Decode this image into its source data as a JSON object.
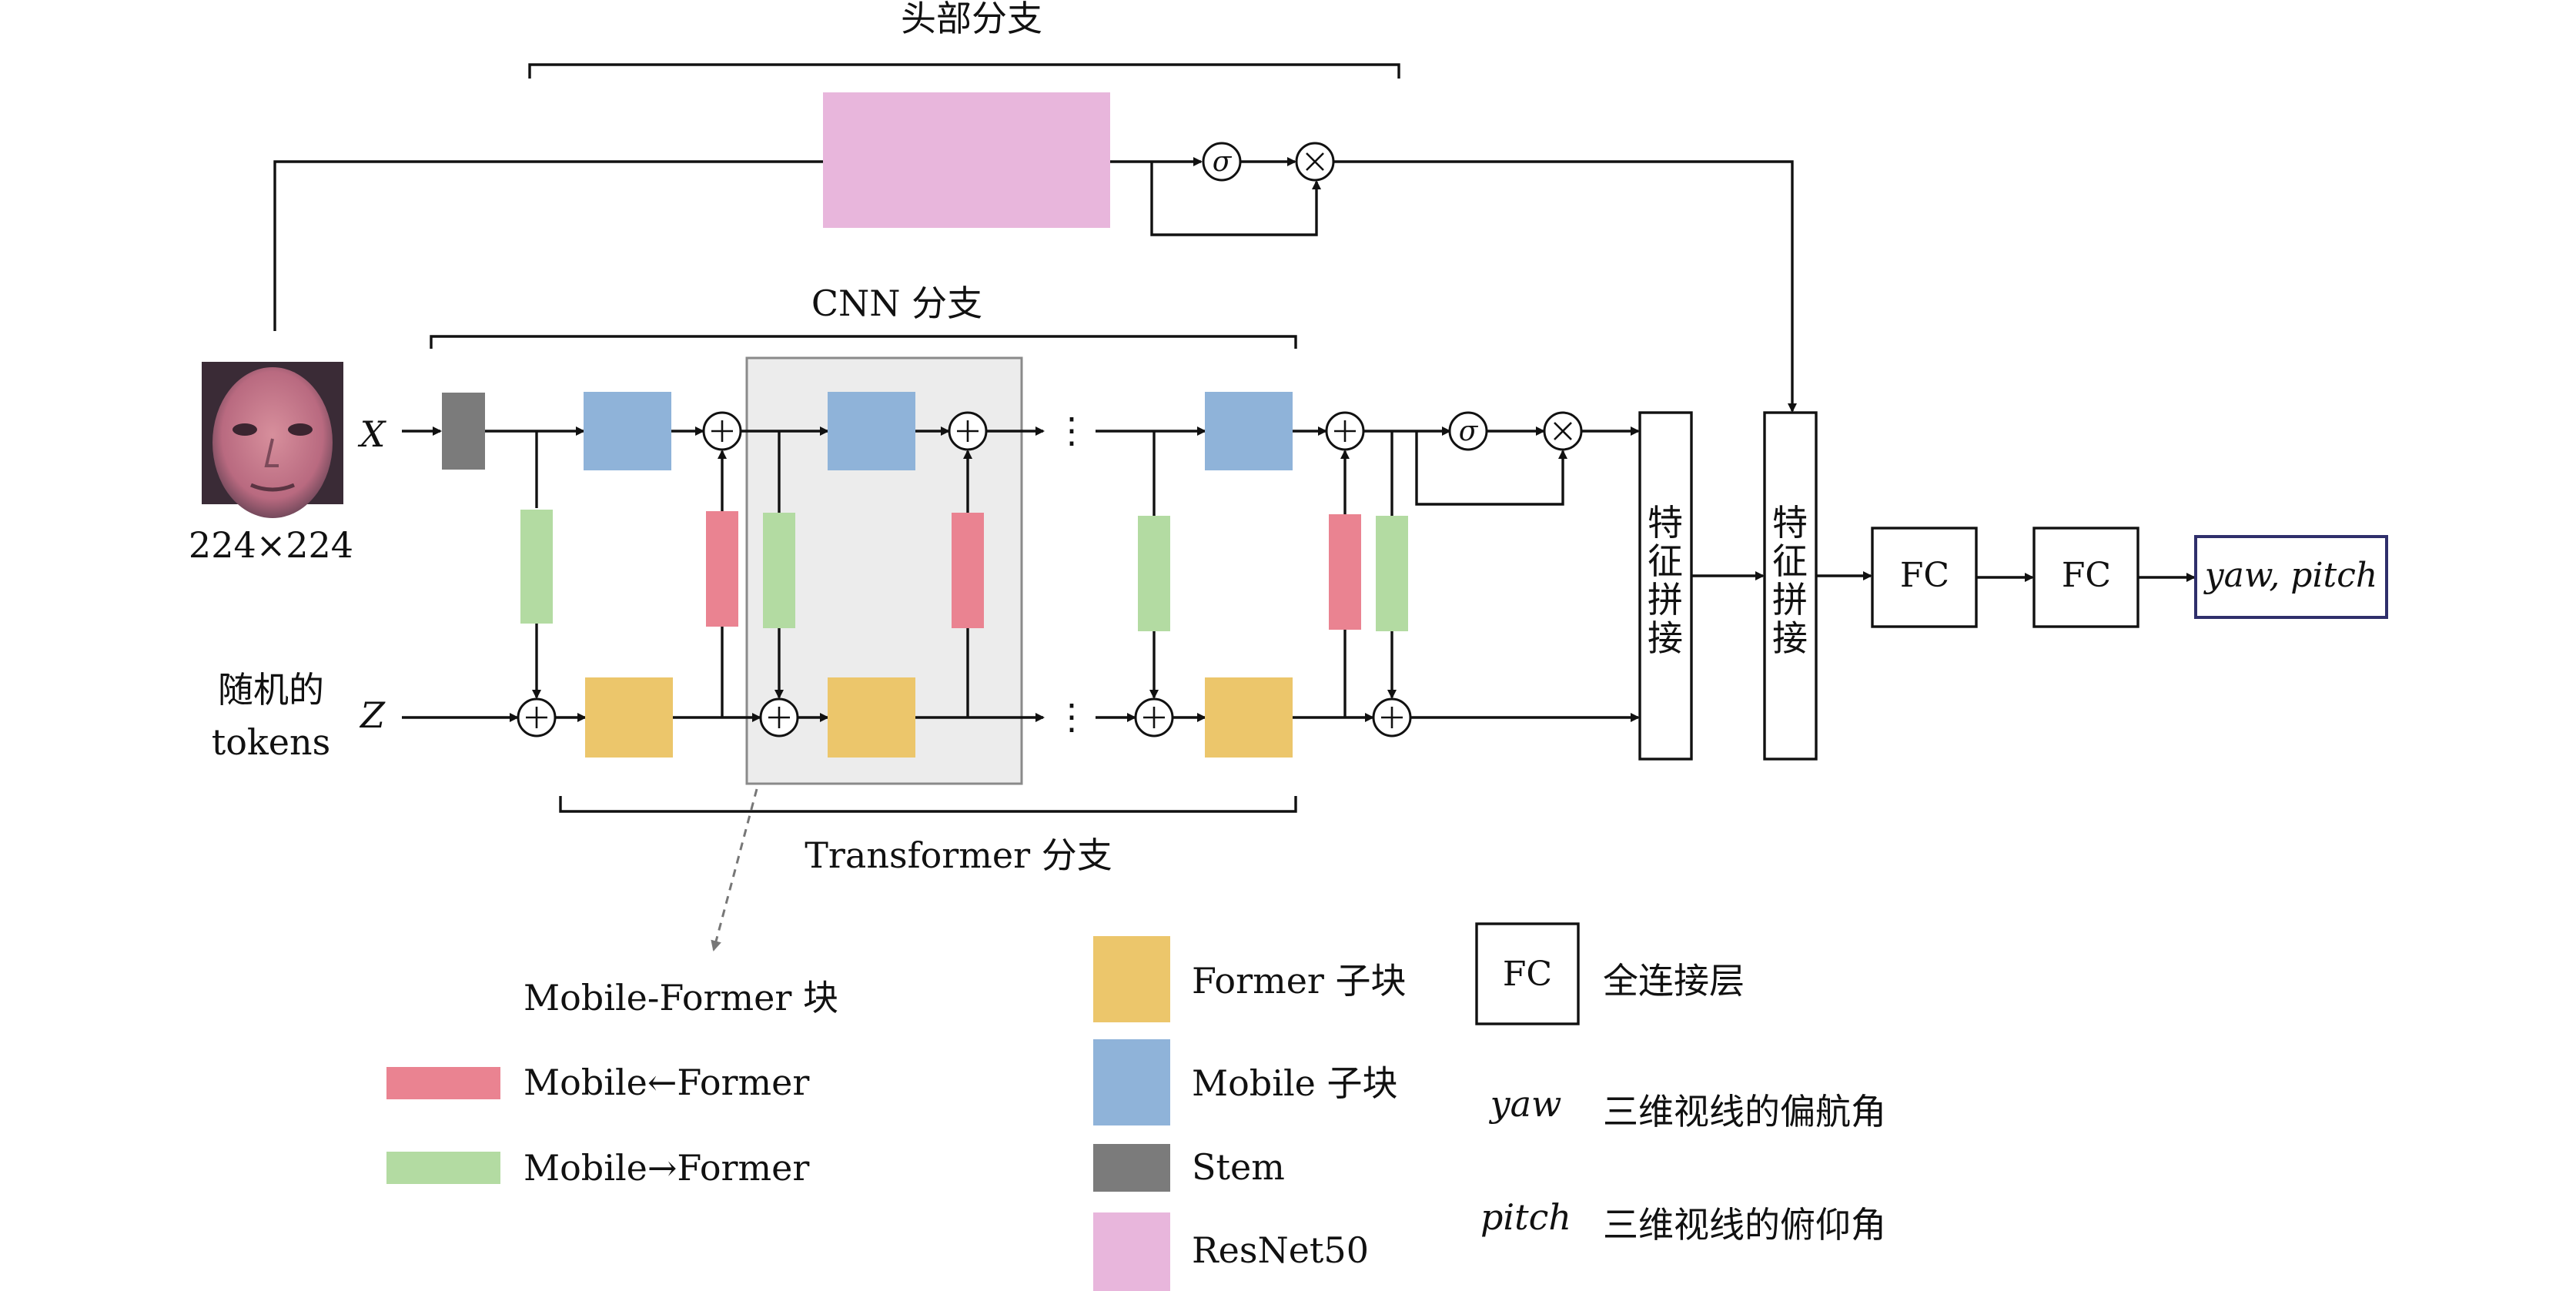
{
  "labels": {
    "head_branch": "头部分支",
    "cnn_branch": "CNN 分支",
    "transformer_branch": "Transformer 分支",
    "input_size": "224×224",
    "x_input": "X",
    "z_input": "Z",
    "random_tokens_line1": "随机的",
    "random_tokens_line2": "tokens",
    "sigma": "σ",
    "concat": [
      "特",
      "征",
      "拼",
      "接"
    ],
    "fc1": "FC",
    "fc2": "FC",
    "output": "yaw, pitch",
    "ellipsis": "⋮",
    "mobile_former_block": "Mobile-Former 块"
  },
  "legend": {
    "mobile_from_former": "Mobile←Former",
    "mobile_to_former": "Mobile→Former",
    "former_sub": "Former 子块",
    "mobile_sub": "Mobile 子块",
    "stem": "Stem",
    "resnet": "ResNet50",
    "fc_box": "FC",
    "fc_desc": "全连接层",
    "yaw_term": "yaw",
    "yaw_desc": "三维视线的偏航角",
    "pitch_term": "pitch",
    "pitch_desc": "三维视线的俯仰角"
  },
  "colors": {
    "stem": "#7b7b7b",
    "mobile": "#8fb3d9",
    "former": "#ecc66b",
    "resnet": "#e8b6dc",
    "pink_bridge": "#ea8391",
    "green_bridge": "#b3dba2",
    "block_highlight": "#ececec",
    "output_border": "#2f2f6b"
  }
}
